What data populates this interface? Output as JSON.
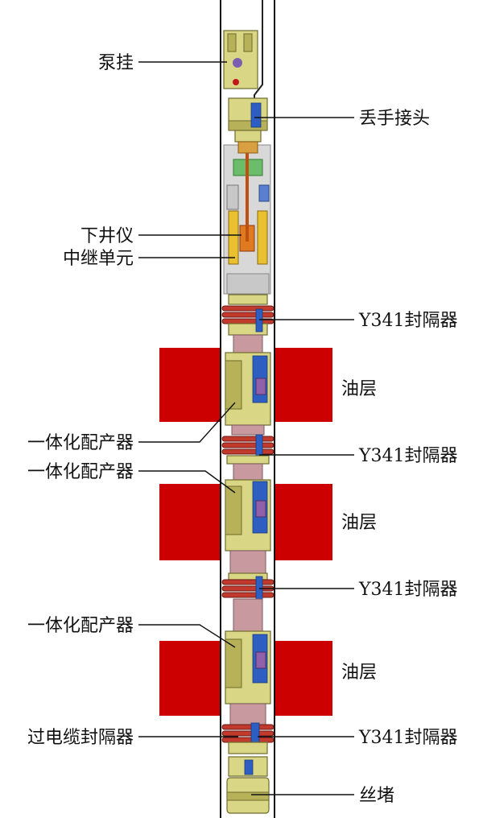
{
  "labels": {
    "pump_hanger": "泵挂",
    "safety_joint": "丢手接头",
    "downhole_instrument": "下井仪",
    "relay_unit": "中继单元",
    "packer_1": "Y341封隔器",
    "oil_layer_1": "油层",
    "integrated_allocator_1": "一体化配产器",
    "packer_2": "Y341封隔器",
    "integrated_allocator_2": "一体化配产器",
    "oil_layer_2": "油层",
    "packer_3": "Y341封隔器",
    "integrated_allocator_3": "一体化配产器",
    "oil_layer_3": "油层",
    "cable_packer": "过电缆封隔器",
    "packer_4": "Y341封隔器",
    "plug": "丝堵"
  },
  "colors": {
    "oil_layer": "#cc0000",
    "tool_body": "#d9d786",
    "seal_ring": "#c23a2e",
    "accent_blue": "#2f5ec2",
    "tubing": "#c89aa0",
    "line": "#111111"
  }
}
